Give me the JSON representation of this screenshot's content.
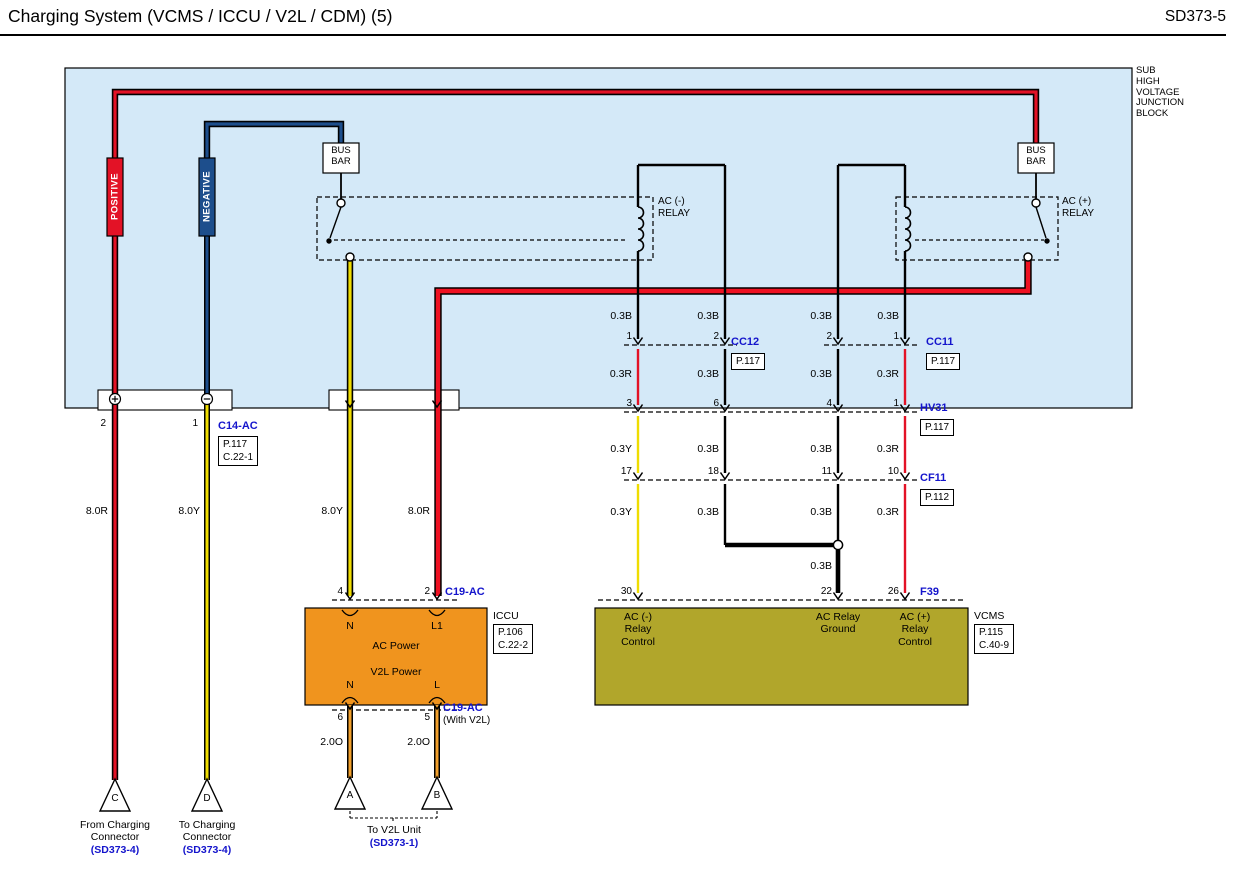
{
  "header": {
    "title": "Charging System (VCMS / ICCU / V2L / CDM) (5)",
    "code": "SD373-5"
  },
  "junction_block": {
    "label": "SUB\nHIGH\nVOLTAGE\nJUNCTION\nBLOCK",
    "positive": "POSITIVE",
    "negative": "NEGATIVE",
    "bus_bar": "BUS\nBAR",
    "relay_neg": "AC (-)\nRELAY",
    "relay_pos": "AC (+)\nRELAY"
  },
  "wires": {
    "charge_red": "8.0R",
    "charge_yellow": "8.0Y",
    "iccu_yellow": "8.0Y",
    "iccu_red": "8.0R",
    "row1": [
      "0.3B",
      "0.3B",
      "0.3B",
      "0.3B"
    ],
    "row2": [
      "0.3R",
      "0.3B",
      "0.3B",
      "0.3R"
    ],
    "row3": [
      "0.3Y",
      "0.3B",
      "0.3B",
      "0.3R"
    ],
    "row4": [
      "0.3Y",
      "0.3B",
      "0.3B",
      "0.3R"
    ],
    "ground": "0.3B",
    "v2l": [
      "2.0O",
      "2.0O"
    ]
  },
  "connectors": {
    "c14": {
      "name": "C14-AC",
      "refs": "P.117\nC.22-1",
      "pins": [
        "2",
        "1"
      ]
    },
    "cc12": {
      "name": "CC12",
      "ref": "P.117",
      "pins": [
        "1",
        "2"
      ]
    },
    "cc11": {
      "name": "CC11",
      "ref": "P.117",
      "pins": [
        "2",
        "1"
      ]
    },
    "hv31": {
      "name": "HV31",
      "ref": "P.117",
      "pins": [
        "3",
        "6",
        "4",
        "1"
      ]
    },
    "cf11": {
      "name": "CF11",
      "ref": "P.112",
      "pins": [
        "17",
        "18",
        "11",
        "10"
      ]
    },
    "f39": {
      "name": "F39",
      "pins": [
        "30",
        "22",
        "26"
      ]
    },
    "c19_top": {
      "name": "C19-AC",
      "pins": [
        "4",
        "2"
      ]
    },
    "c19_bottom": {
      "name": "C19-AC",
      "note": "(With V2L)",
      "pins": [
        "6",
        "5"
      ]
    }
  },
  "iccu": {
    "name": "ICCU",
    "refs": "P.106\nC.22-2",
    "pin_n_top": "N",
    "pin_l1": "L1",
    "ac_power": "AC Power",
    "v2l_power": "V2L Power",
    "pin_n_bottom": "N",
    "pin_l": "L"
  },
  "vcms": {
    "name": "VCMS",
    "refs": "P.115\nC.40-9",
    "col1": "AC (-)\nRelay\nControl",
    "col2": "AC Relay\nGround",
    "col3": "AC (+)\nRelay\nControl"
  },
  "offpage": {
    "c": {
      "letter": "C",
      "label": "From Charging\nConnector",
      "link": "(SD373-4)"
    },
    "d": {
      "letter": "D",
      "label": "To Charging\nConnector",
      "link": "(SD373-4)"
    },
    "v2l": {
      "letter_a": "A",
      "letter_b": "B",
      "label": "To V2L Unit",
      "link": "(SD373-1)"
    }
  },
  "colors": {
    "block_fill": "#d4e9f8",
    "red": "#e31226",
    "dark_blue": "#1d4e8c",
    "yellow": "#efdd00",
    "orange_unit": "#f0941e",
    "olive_unit": "#b1a62b",
    "orange_wire": "#f2a02c",
    "link_blue": "#1414cc"
  }
}
